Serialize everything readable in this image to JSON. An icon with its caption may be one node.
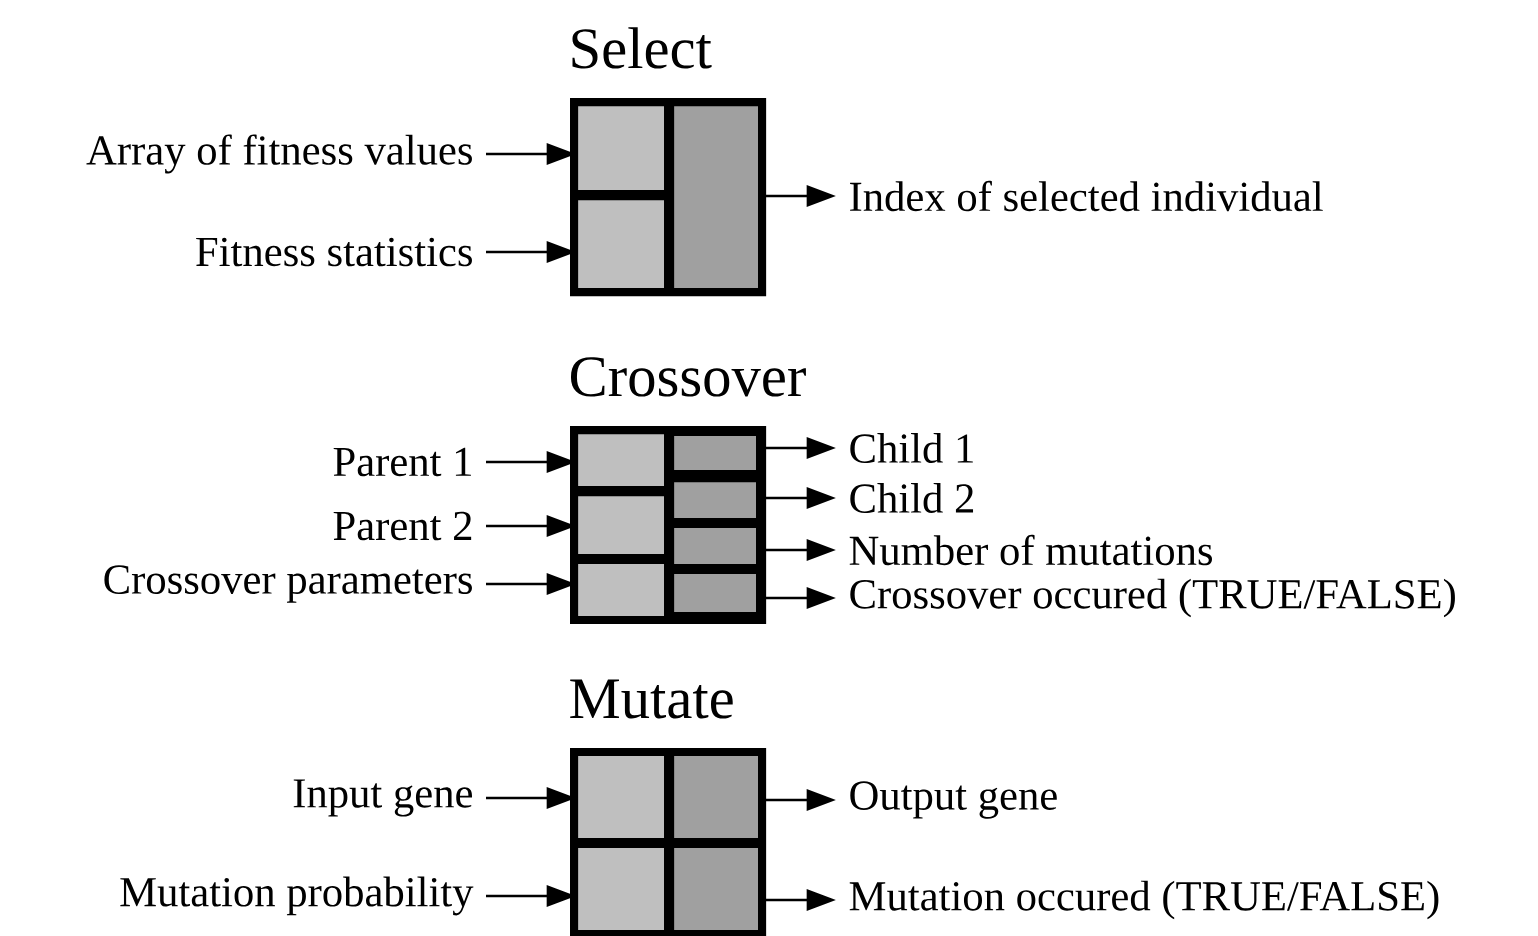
{
  "diagram": {
    "nodes": [
      {
        "text": [
          "Select"
        ]
      },
      {
        "text": [],
        "shape": "box",
        "in": 0
      },
      {
        "text": [],
        "shape": "box",
        "in": 0
      },
      {
        "text": [],
        "shape": "box",
        "in": 0
      },
      {
        "text": [
          "Array of fitness values"
        ]
      },
      {
        "text": [
          "Fitness statistics"
        ]
      },
      {
        "text": [
          "Index of selected individual"
        ]
      },
      {
        "text": [
          "Crossover"
        ]
      },
      {
        "text": [],
        "shape": "box",
        "in": 7
      },
      {
        "text": [],
        "shape": "box",
        "in": 7
      },
      {
        "text": [],
        "shape": "box",
        "in": 7
      },
      {
        "text": [],
        "shape": "box",
        "in": 7
      },
      {
        "text": [],
        "shape": "box",
        "in": 7
      },
      {
        "text": [],
        "shape": "box",
        "in": 7
      },
      {
        "text": [],
        "shape": "box",
        "in": 7
      },
      {
        "text": [
          "Parent 1"
        ]
      },
      {
        "text": [
          "Parent 2"
        ]
      },
      {
        "text": [
          "Crossover parameters"
        ]
      },
      {
        "text": [
          "Child 1"
        ]
      },
      {
        "text": [
          "Child 2"
        ]
      },
      {
        "text": [
          "Number of mutations"
        ]
      },
      {
        "text": [
          "Crossover occured (TRUE/FALSE)"
        ]
      },
      {
        "text": [
          "Mutate"
        ]
      },
      {
        "text": [],
        "shape": "box",
        "in": 22
      },
      {
        "text": [],
        "shape": "box",
        "in": 22
      },
      {
        "text": [],
        "shape": "box",
        "in": 22
      },
      {
        "text": [],
        "shape": "box",
        "in": 22
      },
      {
        "text": [
          "Input gene"
        ]
      },
      {
        "text": [
          "Mutation probability"
        ]
      },
      {
        "text": [
          "Output gene"
        ]
      },
      {
        "text": [
          "Mutation occured (TRUE/FALSE)"
        ]
      }
    ],
    "edges": [
      {
        "from": 4,
        "to": 1,
        "arrow": "to"
      },
      {
        "from": 5,
        "to": 2,
        "arrow": "to"
      },
      {
        "from": 3,
        "to": 6,
        "arrow": "to"
      },
      {
        "from": 15,
        "to": 8,
        "arrow": "to"
      },
      {
        "from": 16,
        "to": 9,
        "arrow": "to"
      },
      {
        "from": 17,
        "to": 10,
        "arrow": "to"
      },
      {
        "from": 11,
        "to": 18,
        "arrow": "to"
      },
      {
        "from": 12,
        "to": 19,
        "arrow": "to"
      },
      {
        "from": 13,
        "to": 20,
        "arrow": "to"
      },
      {
        "from": 14,
        "to": 21,
        "arrow": "to"
      },
      {
        "from": 27,
        "to": 23,
        "arrow": "to"
      },
      {
        "from": 28,
        "to": 24,
        "arrow": "to"
      },
      {
        "from": 25,
        "to": 29,
        "arrow": "to"
      },
      {
        "from": 26,
        "to": 30,
        "arrow": "to"
      }
    ]
  }
}
